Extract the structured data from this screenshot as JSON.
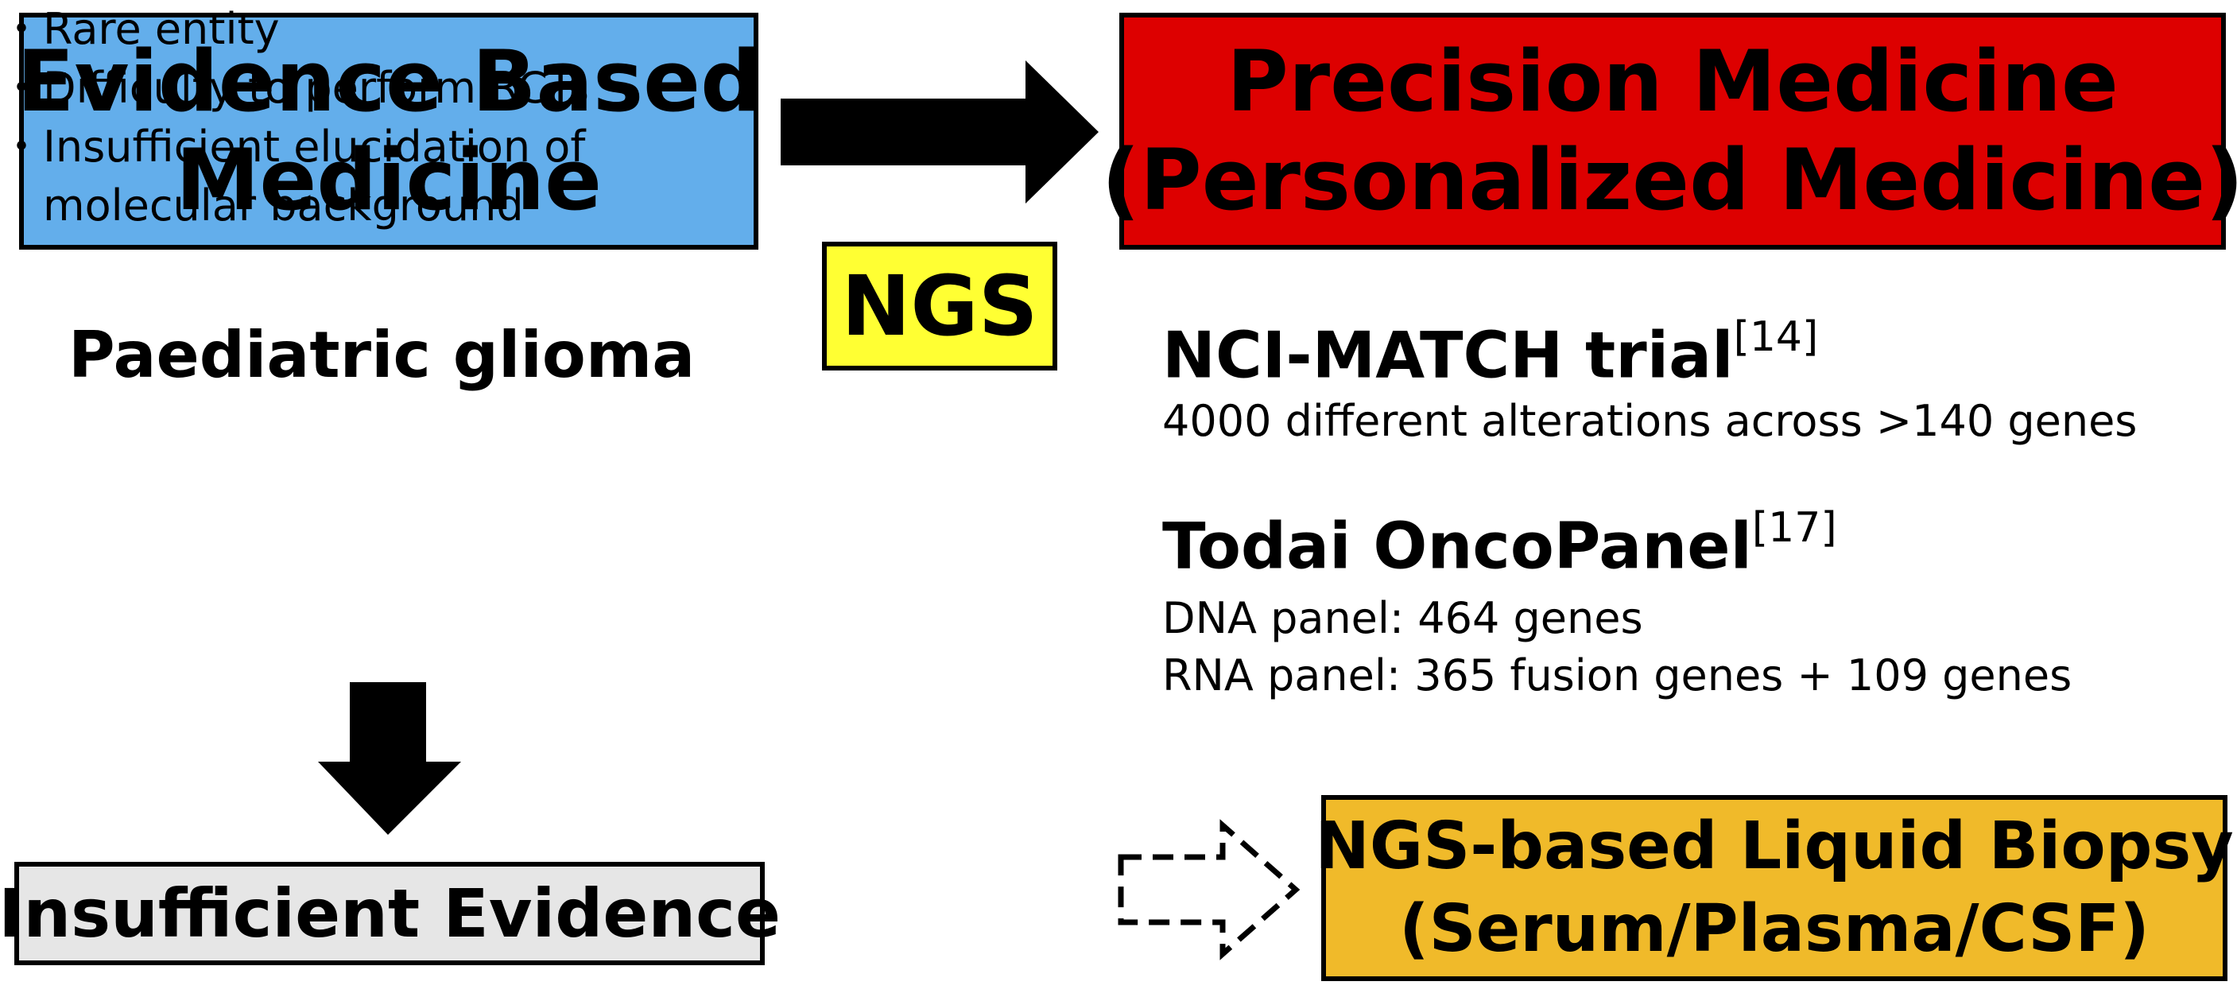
{
  "boxes": {
    "evidence_based": [
      "Evidence Based",
      "Medicine"
    ],
    "precision": [
      "Precision Medicine",
      "(Personalized Medicine)"
    ],
    "ngs": "NGS",
    "insufficient": "Insufficient Evidence",
    "liquid_biopsy": [
      "NGS-based Liquid Biopsy",
      "(Serum/Plasma/CSF)"
    ]
  },
  "paediatric": {
    "title": "Paediatric glioma",
    "bullet_marker": "・",
    "bullets": [
      "Rare entity",
      "Difficulty to perform RCTs",
      "Insufficient elucidation of",
      "molecular background"
    ]
  },
  "nci": {
    "title": "NCI-MATCH trial",
    "ref": "[14]",
    "desc": "4000 different alterations across >140 genes"
  },
  "todai": {
    "title": "Todai OncoPanel",
    "ref": "[17]",
    "dna": "DNA panel: 464 genes",
    "rna": "RNA panel: 365 fusion genes + 109 genes"
  },
  "colors": {
    "evidence_box": "#63aeeb",
    "precision_box": "#dd0000",
    "ngs_box": "#ffff33",
    "insufficient_box": "#e6e6e6",
    "liquid_biopsy_box": "#f0ba2a"
  }
}
